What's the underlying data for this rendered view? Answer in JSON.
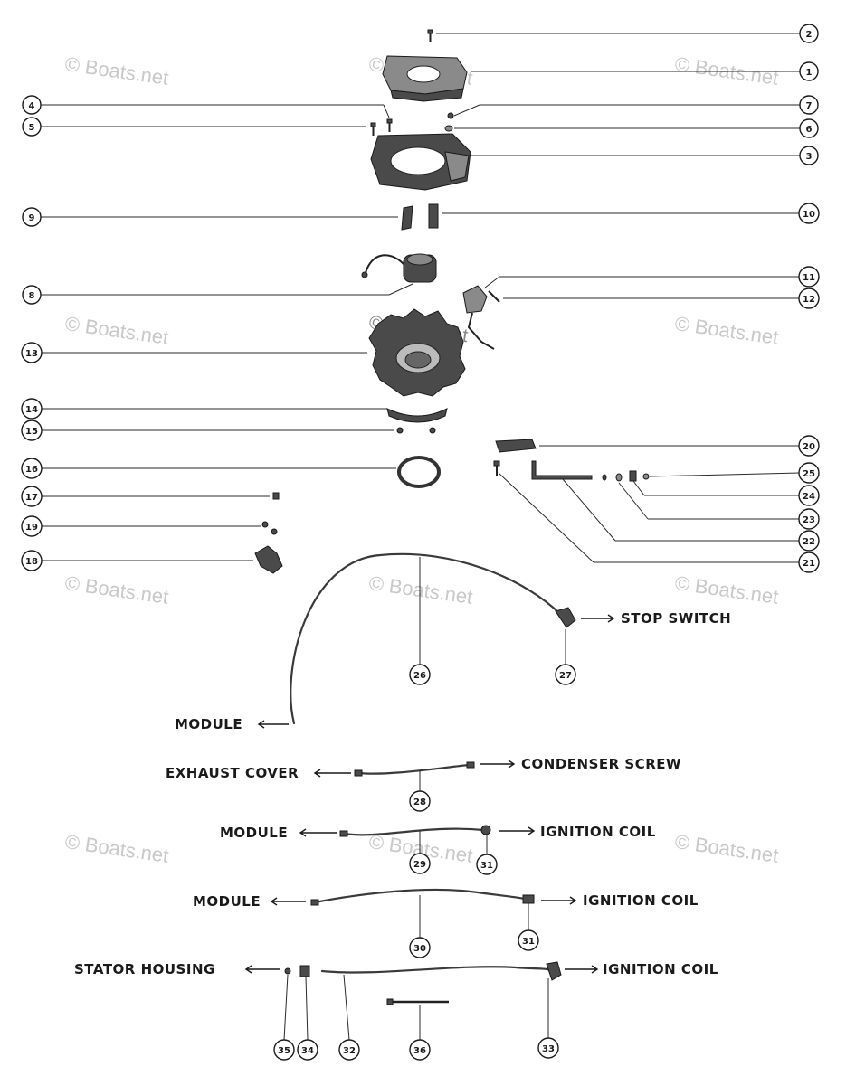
{
  "watermark": "© Boats.net",
  "part_numbers": [
    "1",
    "2",
    "3",
    "4",
    "5",
    "6",
    "7",
    "8",
    "9",
    "10",
    "11",
    "12",
    "13",
    "14",
    "15",
    "16",
    "17",
    "18",
    "19",
    "20",
    "21",
    "22",
    "23",
    "24",
    "25",
    "26",
    "27",
    "28",
    "29",
    "30",
    "31",
    "32",
    "33",
    "34",
    "35",
    "36"
  ],
  "wire_labels": {
    "stop_switch": "STOP SWITCH",
    "module": "MODULE",
    "exhaust_cover": "EXHAUST COVER",
    "condenser_screw": "CONDENSER SCREW",
    "ignition_coil": "IGNITION COIL",
    "stator_housing": "STATOR HOUSING"
  }
}
